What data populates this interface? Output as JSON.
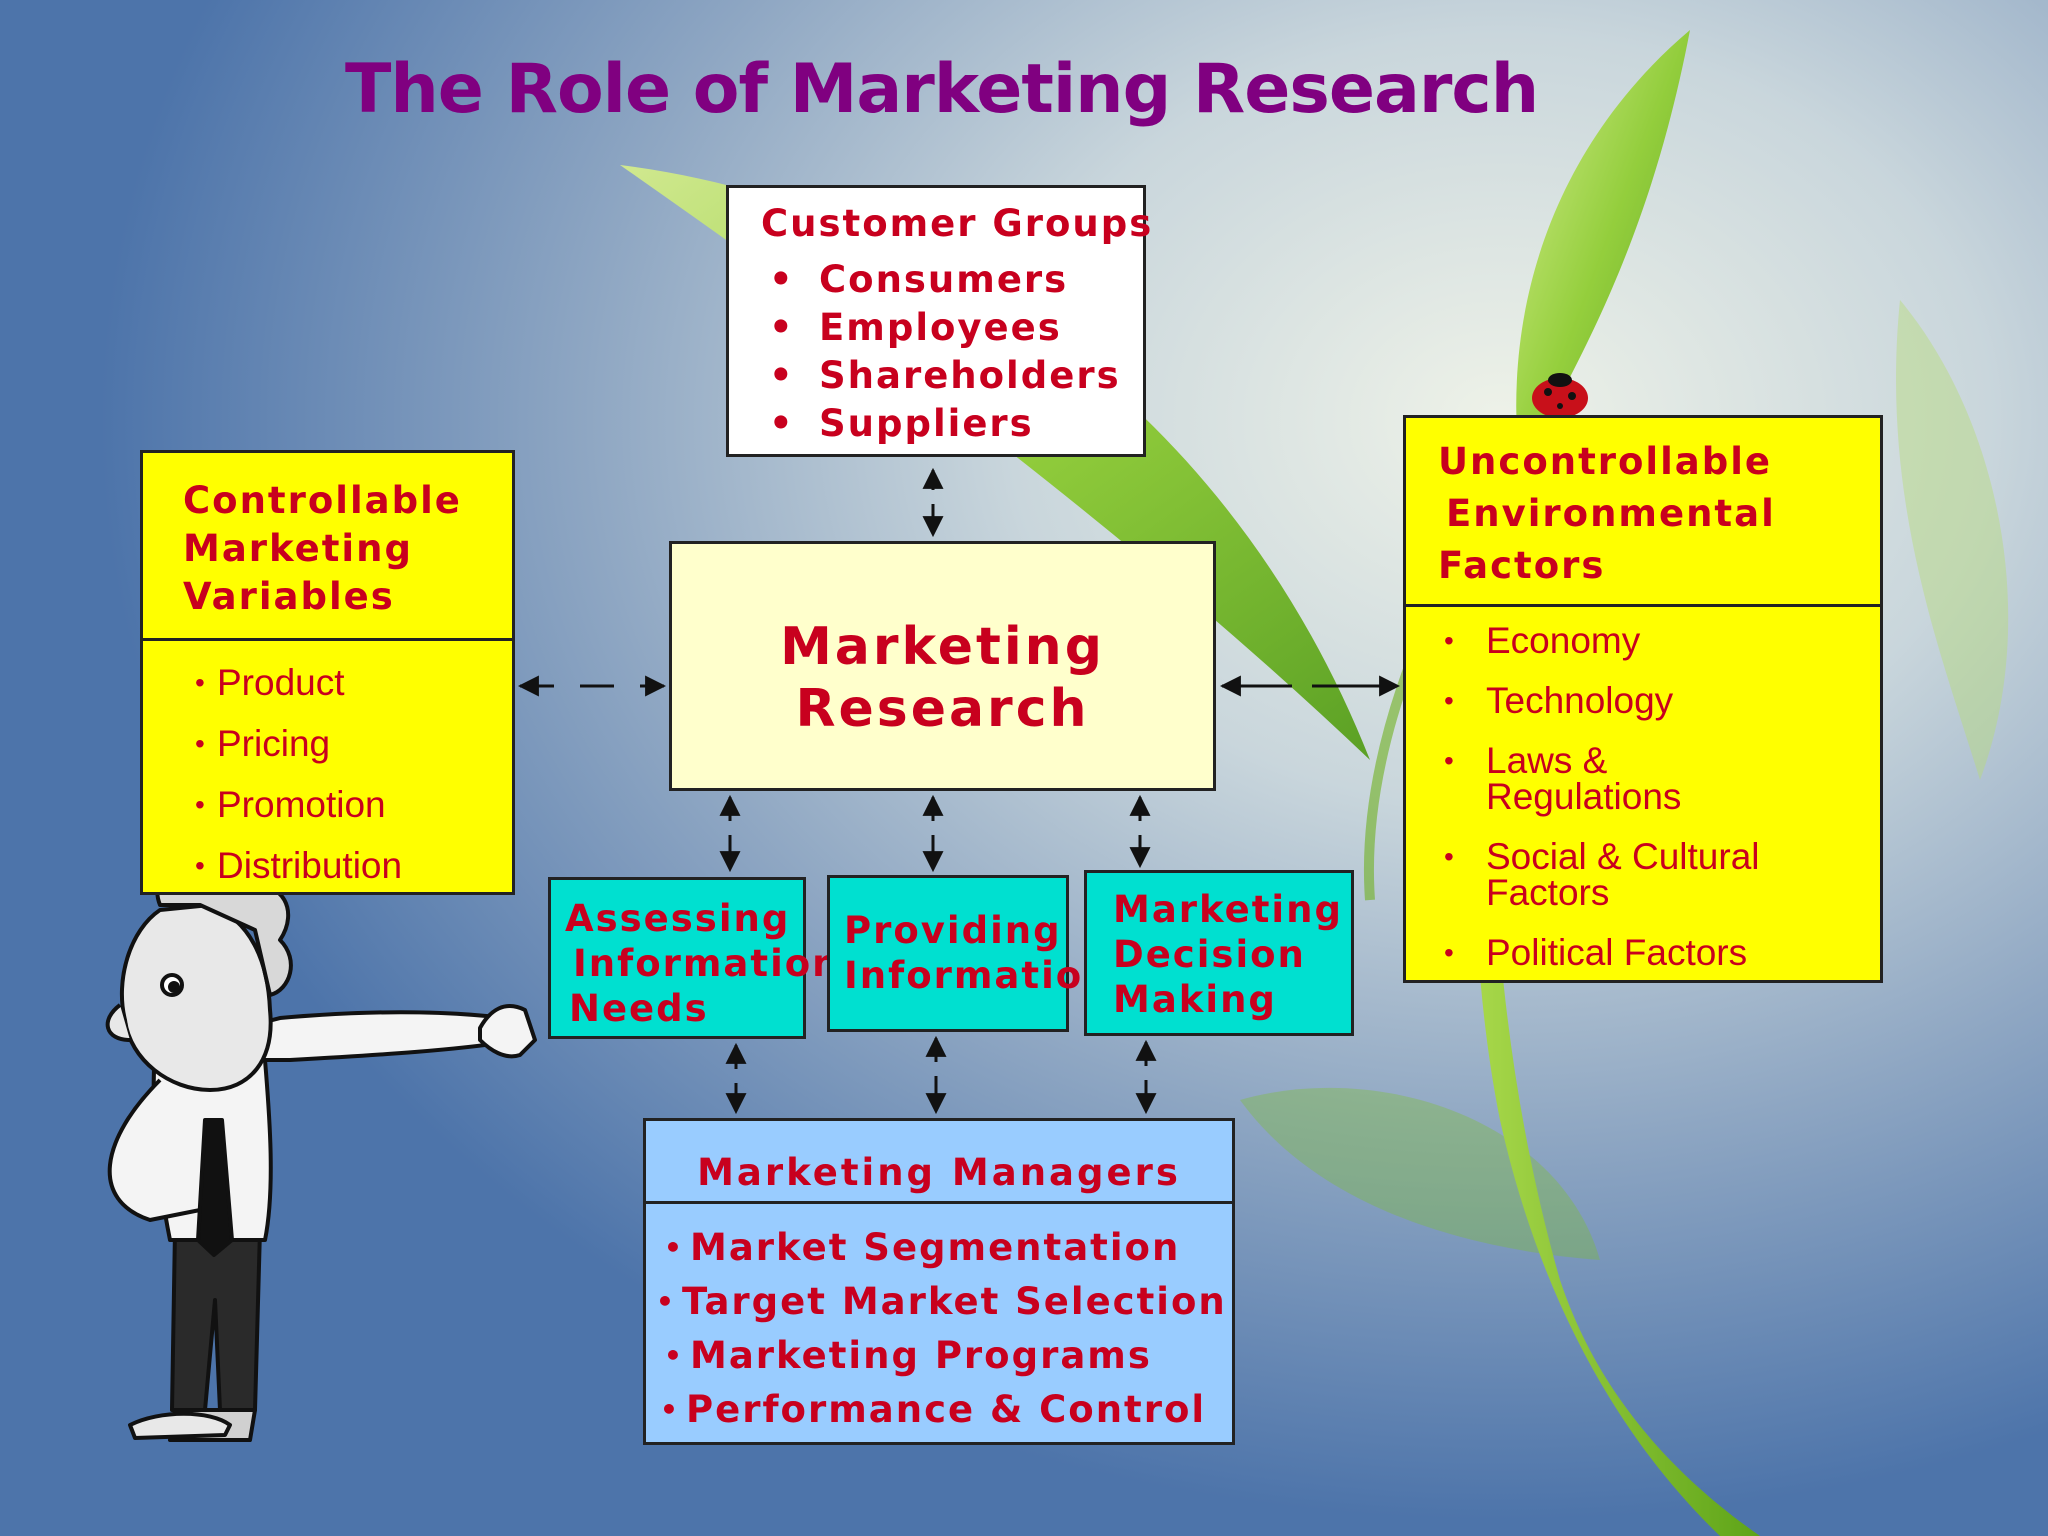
{
  "title": "The Role of Marketing Research",
  "customer_groups": {
    "heading": "Customer Groups",
    "items": [
      "Consumers",
      "Employees",
      "Shareholders",
      "Suppliers"
    ]
  },
  "controllable": {
    "heading_lines": [
      "Controllable",
      "Marketing",
      "Variables"
    ],
    "items": [
      "Product",
      "Pricing",
      "Promotion",
      "Distribution"
    ]
  },
  "uncontrollable": {
    "heading_lines": [
      "Uncontrollable",
      "Environmental",
      "Factors"
    ],
    "items": [
      "Economy",
      "Technology",
      "Laws & Regulations",
      "Social & Cultural Factors",
      "Political Factors"
    ]
  },
  "marketing_research": {
    "heading_lines": [
      "Marketing",
      "Research"
    ]
  },
  "assessing": {
    "heading_lines": [
      "Assessing",
      "Information",
      "Needs"
    ]
  },
  "providing": {
    "heading_lines": [
      "Providing",
      "Information"
    ]
  },
  "decision": {
    "heading_lines": [
      "Marketing",
      "Decision",
      "Making"
    ]
  },
  "managers": {
    "heading": "Marketing Managers",
    "items": [
      "Market Segmentation",
      "Target Market Selection",
      "Marketing Programs",
      "Performance & Control"
    ]
  },
  "bullet": "•",
  "colors": {
    "title": "#800080",
    "text": "#c8001e",
    "yellow": "#ffff00",
    "pale_yellow": "#ffffcc",
    "teal": "#00e0d0",
    "light_blue": "#99ccff"
  }
}
